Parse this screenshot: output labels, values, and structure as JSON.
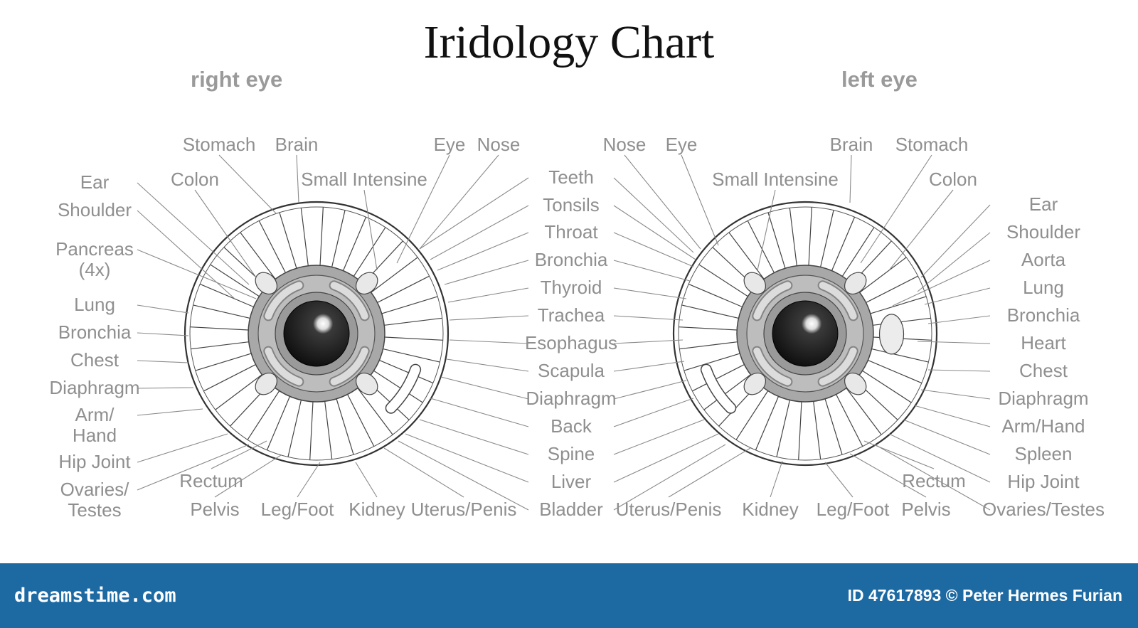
{
  "title": "Iridology Chart",
  "eyes": {
    "right": {
      "label": "right eye",
      "zones": [
        {
          "name": "Stomach",
          "label": [
            "Stomach"
          ]
        },
        {
          "name": "Brain",
          "label": [
            "Brain"
          ]
        },
        {
          "name": "Colon",
          "label": [
            "Colon"
          ]
        },
        {
          "name": "Small Intensine",
          "label": [
            "Small Intensine"
          ]
        },
        {
          "name": "Eye",
          "label": [
            "Eye"
          ]
        },
        {
          "name": "Nose",
          "label": [
            "Nose"
          ]
        },
        {
          "name": "Ear",
          "label": [
            "Ear"
          ]
        },
        {
          "name": "Shoulder",
          "label": [
            "Shoulder"
          ]
        },
        {
          "name": "Pancreas (4x)",
          "label": [
            "Pancreas",
            "(4x)"
          ]
        },
        {
          "name": "Lung",
          "label": [
            "Lung"
          ]
        },
        {
          "name": "Bronchia",
          "label": [
            "Bronchia"
          ]
        },
        {
          "name": "Chest",
          "label": [
            "Chest"
          ]
        },
        {
          "name": "Diaphragm",
          "label": [
            "Diaphragm"
          ]
        },
        {
          "name": "Arm/ Hand",
          "label": [
            "Arm/",
            "Hand"
          ]
        },
        {
          "name": "Hip Joint",
          "label": [
            "Hip Joint"
          ]
        },
        {
          "name": "Ovaries/ Testes",
          "label": [
            "Ovaries/",
            "Testes"
          ]
        },
        {
          "name": "Rectum",
          "label": [
            "Rectum"
          ]
        },
        {
          "name": "Pelvis",
          "label": [
            "Pelvis"
          ]
        },
        {
          "name": "Leg/Foot",
          "label": [
            "Leg/Foot"
          ]
        },
        {
          "name": "Kidney",
          "label": [
            "Kidney"
          ]
        },
        {
          "name": "Uterus/Penis",
          "label": [
            "Uterus/Penis"
          ]
        }
      ]
    },
    "center_labels": [
      {
        "name": "Teeth",
        "label": [
          "Teeth"
        ]
      },
      {
        "name": "Tonsils",
        "label": [
          "Tonsils"
        ]
      },
      {
        "name": "Throat",
        "label": [
          "Throat"
        ]
      },
      {
        "name": "Bronchia",
        "label": [
          "Bronchia"
        ]
      },
      {
        "name": "Thyroid",
        "label": [
          "Thyroid"
        ]
      },
      {
        "name": "Trachea",
        "label": [
          "Trachea"
        ]
      },
      {
        "name": "Esophagus",
        "label": [
          "Esophagus"
        ]
      },
      {
        "name": "Scapula",
        "label": [
          "Scapula"
        ]
      },
      {
        "name": "Diaphragm",
        "label": [
          "Diaphragm"
        ]
      },
      {
        "name": "Back",
        "label": [
          "Back"
        ]
      },
      {
        "name": "Spine",
        "label": [
          "Spine"
        ]
      },
      {
        "name": "Liver",
        "label": [
          "Liver"
        ]
      },
      {
        "name": "Bladder",
        "label": [
          "Bladder"
        ]
      }
    ],
    "left": {
      "label": "left eye",
      "zones": [
        {
          "name": "Nose",
          "label": [
            "Nose"
          ]
        },
        {
          "name": "Eye",
          "label": [
            "Eye"
          ]
        },
        {
          "name": "Brain",
          "label": [
            "Brain"
          ]
        },
        {
          "name": "Stomach",
          "label": [
            "Stomach"
          ]
        },
        {
          "name": "Small Intensine",
          "label": [
            "Small Intensine"
          ]
        },
        {
          "name": "Colon",
          "label": [
            "Colon"
          ]
        },
        {
          "name": "Ear",
          "label": [
            "Ear"
          ]
        },
        {
          "name": "Shoulder",
          "label": [
            "Shoulder"
          ]
        },
        {
          "name": "Aorta",
          "label": [
            "Aorta"
          ]
        },
        {
          "name": "Lung",
          "label": [
            "Lung"
          ]
        },
        {
          "name": "Bronchia",
          "label": [
            "Bronchia"
          ]
        },
        {
          "name": "Heart",
          "label": [
            "Heart"
          ]
        },
        {
          "name": "Chest",
          "label": [
            "Chest"
          ]
        },
        {
          "name": "Diaphragm",
          "label": [
            "Diaphragm"
          ]
        },
        {
          "name": "Arm/Hand",
          "label": [
            "Arm/Hand"
          ]
        },
        {
          "name": "Spleen",
          "label": [
            "Spleen"
          ]
        },
        {
          "name": "Hip Joint",
          "label": [
            "Hip Joint"
          ]
        },
        {
          "name": "Ovaries/Testes",
          "label": [
            "Ovaries/Testes"
          ]
        },
        {
          "name": "Rectum",
          "label": [
            "Rectum"
          ]
        },
        {
          "name": "Pelvis",
          "label": [
            "Pelvis"
          ]
        },
        {
          "name": "Uterus/Penis",
          "label": [
            "Uterus/Penis"
          ]
        },
        {
          "name": "Kidney",
          "label": [
            "Kidney"
          ]
        },
        {
          "name": "Leg/Foot",
          "label": [
            "Leg/Foot"
          ]
        }
      ]
    }
  },
  "footer": {
    "logo": "dreamstime.com",
    "credit": "ID 47617893 © Peter Hermes Furian"
  },
  "colors": {
    "text": "#8f8f8f",
    "lines": "#8a8a8a",
    "footer": "#1d6aa3",
    "iris_ring": "#a8a8a8",
    "pupil": "#1a1a1a"
  }
}
